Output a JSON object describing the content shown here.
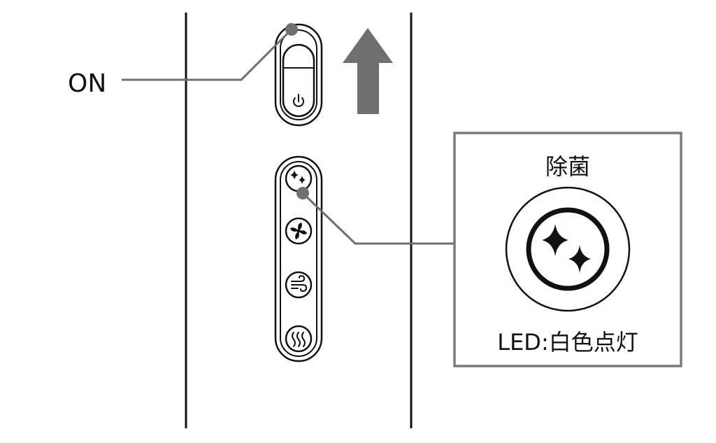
{
  "callouts": {
    "on_label": "ON",
    "detail_title": "除菌",
    "detail_caption": "LED:白色点灯"
  },
  "icons": {
    "power": "power-icon",
    "sterilize": "sparkle-icon",
    "fan": "fan-icon",
    "wind": "wind-icon",
    "heat": "heat-waves-icon",
    "direction": "up-arrow-icon"
  },
  "colors": {
    "line": "#111111",
    "leader": "#6f6f6f",
    "arrow": "#6f6f6f",
    "frame": "#7a7a7a"
  }
}
